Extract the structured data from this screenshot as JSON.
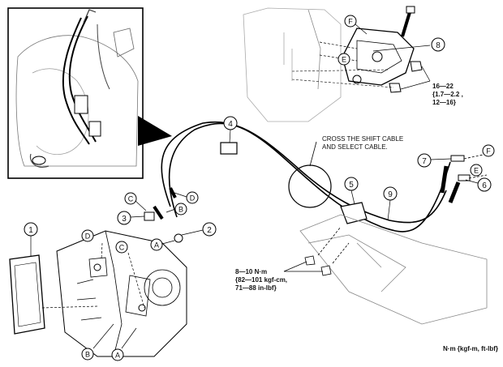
{
  "callouts": [
    {
      "id": "c1",
      "label": "1"
    },
    {
      "id": "c2",
      "label": "2"
    },
    {
      "id": "c3",
      "label": "3"
    },
    {
      "id": "c4",
      "label": "4"
    },
    {
      "id": "c5",
      "label": "5"
    },
    {
      "id": "c6",
      "label": "6"
    },
    {
      "id": "c7",
      "label": "7"
    },
    {
      "id": "c8",
      "label": "8"
    },
    {
      "id": "c9",
      "label": "9"
    }
  ],
  "letters": [
    {
      "id": "lA1",
      "label": "A"
    },
    {
      "id": "lA2",
      "label": "A"
    },
    {
      "id": "lB1",
      "label": "B"
    },
    {
      "id": "lB2",
      "label": "B"
    },
    {
      "id": "lC1",
      "label": "C"
    },
    {
      "id": "lC2",
      "label": "C"
    },
    {
      "id": "lD1",
      "label": "D"
    },
    {
      "id": "lD2",
      "label": "D"
    },
    {
      "id": "lE1",
      "label": "E"
    },
    {
      "id": "lE2",
      "label": "E"
    },
    {
      "id": "lF1",
      "label": "F"
    },
    {
      "id": "lF2",
      "label": "F"
    }
  ],
  "note": {
    "line1": "CROSS THE SHIFT CABLE",
    "line2": "AND SELECT CABLE."
  },
  "torque_top": {
    "line1": "16—22",
    "line2": "{1.7—2.2 ,",
    "line3": "12—16}"
  },
  "torque_bottom": {
    "line1": "8—10 N·m",
    "line2": "{82—101 kgf-cm,",
    "line3": "71—88 in-lbf}"
  },
  "units": "N·m {kgf-m, ft-lbf}"
}
